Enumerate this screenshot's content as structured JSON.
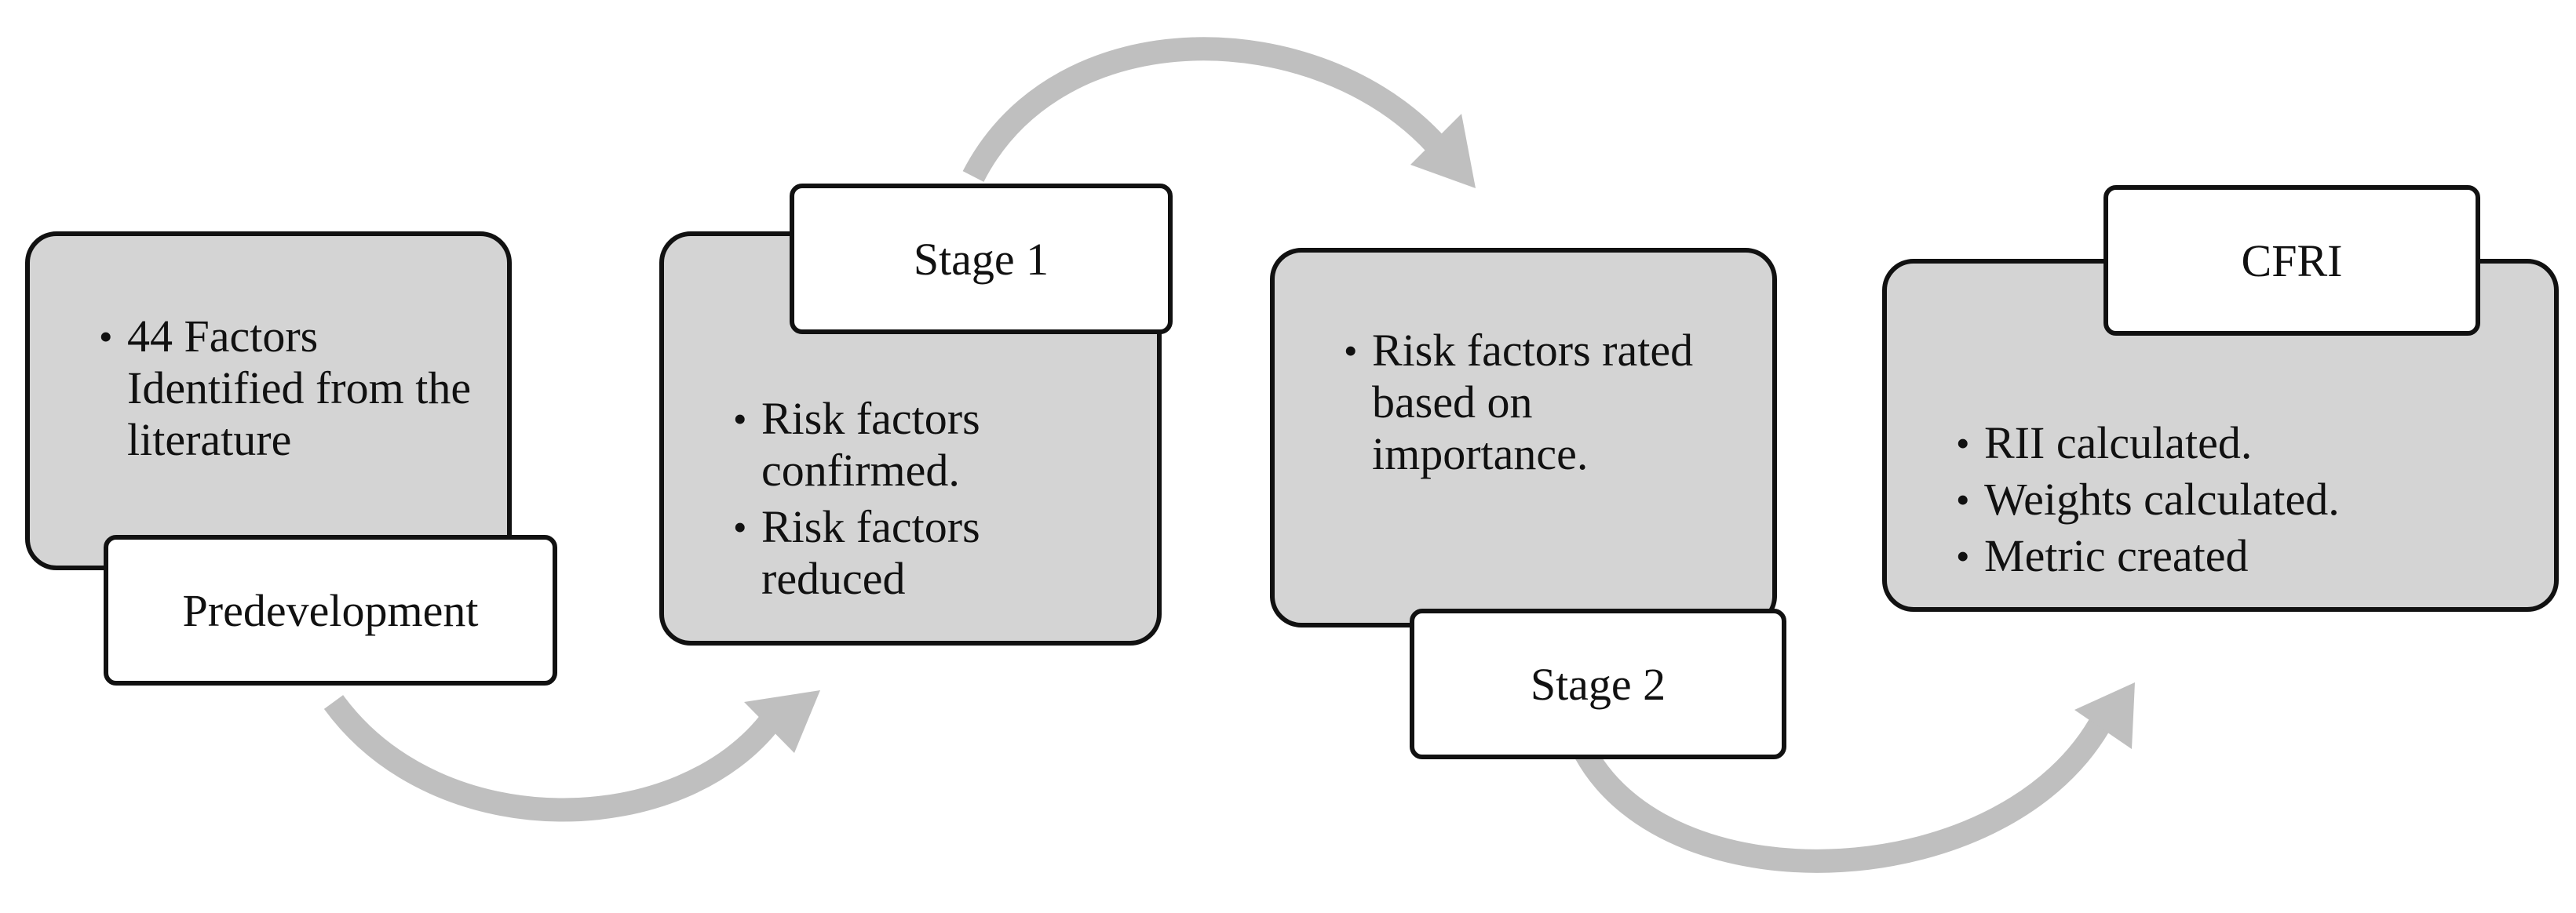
{
  "stages": [
    {
      "label": "Predevelopment",
      "bullets": [
        "44 Factors Identified from the literature"
      ]
    },
    {
      "label": "Stage 1",
      "bullets": [
        "Risk factors confirmed.",
        "Risk factors reduced"
      ]
    },
    {
      "label": "Stage 2",
      "bullets": [
        "Risk factors rated based on importance."
      ]
    },
    {
      "label": "CFRI",
      "bullets": [
        "RII calculated.",
        "Weights calculated.",
        "Metric created"
      ]
    }
  ],
  "colors": {
    "card_fill": "#d4d4d4",
    "arrow": "#bfbfbf",
    "border": "#111111",
    "label_fill": "#ffffff"
  }
}
